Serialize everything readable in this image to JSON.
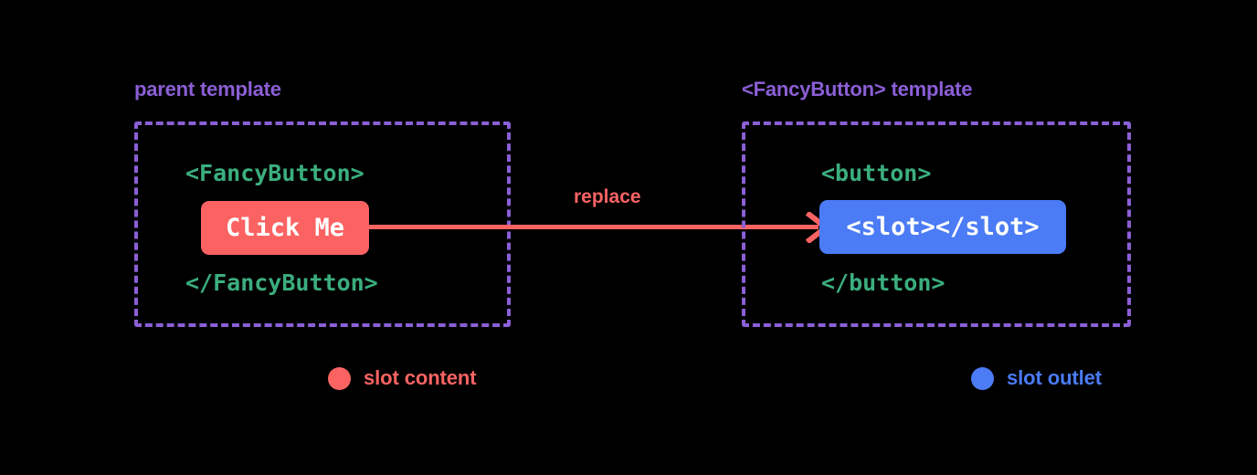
{
  "diagram": {
    "title_hidden": "",
    "background_color": "#000000",
    "colors": {
      "purple": "#8B5FD6",
      "green": "#3BAE7E",
      "coral": "#FB6363",
      "blue": "#4B7BF5",
      "white": "#FFFFFF"
    }
  },
  "panels": {
    "parent": {
      "label": "parent template",
      "code_open": "<FancyButton>",
      "code_close": "</FancyButton>",
      "pill_text": "Click Me"
    },
    "fancy": {
      "label": "<FancyButton> template",
      "code_open": "<button>",
      "code_close": "</button>",
      "pill_text": "<slot></slot>"
    }
  },
  "arrow": {
    "label": "replace",
    "direction": "right",
    "color": "#FB6363"
  },
  "legend": [
    {
      "label": "slot content",
      "color": "#FB6363",
      "dot": "coral-circle-icon"
    },
    {
      "label": "slot outlet",
      "color": "#4B7BF5",
      "dot": "blue-circle-icon"
    }
  ]
}
